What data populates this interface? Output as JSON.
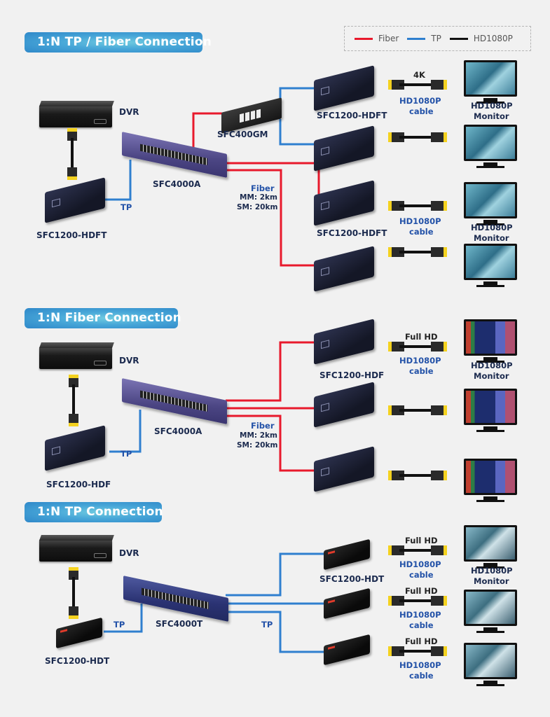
{
  "colors": {
    "fiber": "#e8192c",
    "tp": "#2f7fcf",
    "hdmi": "#111111",
    "label_blue": "#2352a8",
    "label_dark": "#1b2a4e"
  },
  "legend": {
    "items": [
      {
        "label": "Fiber",
        "color": "#e8192c"
      },
      {
        "label": "TP",
        "color": "#2f7fcf"
      },
      {
        "label": "HD1080P",
        "color": "#111111"
      }
    ]
  },
  "sections": [
    {
      "title": "1:N TP / Fiber Connection",
      "source": "DVR",
      "transmitter": "SFC1200-HDFT",
      "tx_link": "TP",
      "switch": "SFC4000A",
      "sub_switch": "SFC400GM",
      "fiber_label": "Fiber",
      "fiber_mm": "MM: 2km",
      "fiber_sm": "SM: 20km",
      "receivers": [
        "SFC1200-HDFT",
        "SFC1200-HDFT"
      ],
      "cable_resolution": "4K",
      "cable_label_1": "HD1080P",
      "cable_label_2": "cable",
      "monitor_label_1": "HD1080P",
      "monitor_label_2": "Monitor"
    },
    {
      "title": "1:N Fiber Connection",
      "source": "DVR",
      "transmitter": "SFC1200-HDF",
      "tx_link": "TP",
      "switch": "SFC4000A",
      "fiber_label": "Fiber",
      "fiber_mm": "MM: 2km",
      "fiber_sm": "SM: 20km",
      "receivers": [
        "SFC1200-HDF"
      ],
      "cable_resolution": "Full HD",
      "cable_label_1": "HD1080P",
      "cable_label_2": "cable",
      "monitor_label_1": "HD1080P",
      "monitor_label_2": "Monitor"
    },
    {
      "title": "1:N TP Connection",
      "source": "DVR",
      "transmitter": "SFC1200-HDT",
      "tx_link": "TP",
      "switch": "SFC4000T",
      "out_link": "TP",
      "receivers": [
        "SFC1200-HDT"
      ],
      "cable_resolution": "Full HD",
      "cable_label_1": "HD1080P",
      "cable_label_2": "cable",
      "monitor_label_1": "HD1080P",
      "monitor_label_2": "Monitor"
    }
  ]
}
